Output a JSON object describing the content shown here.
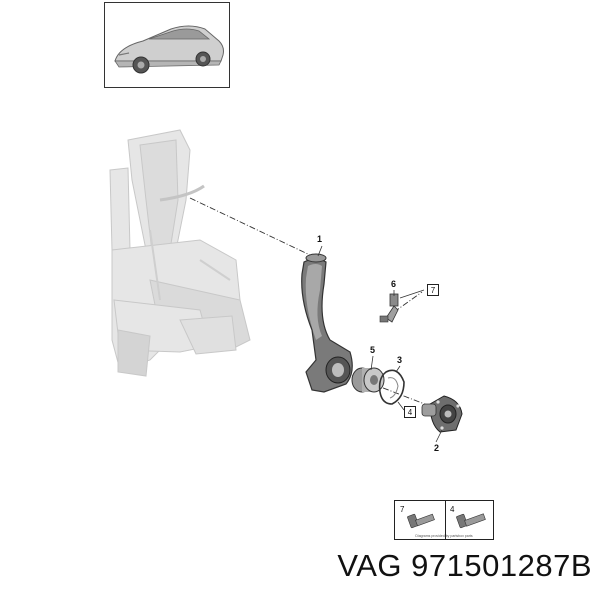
{
  "callouts": [
    {
      "id": "1",
      "label": "1"
    },
    {
      "id": "2",
      "label": "2"
    },
    {
      "id": "3",
      "label": "3"
    },
    {
      "id": "5",
      "label": "5"
    },
    {
      "id": "6",
      "label": "6"
    }
  ],
  "boxed_refs": [
    {
      "id": "4",
      "label": "4"
    },
    {
      "id": "7",
      "label": "7"
    }
  ],
  "legend": {
    "left_number": "7",
    "right_number": "4",
    "credit": "Diagrams provided by partsbox parts"
  },
  "footer": {
    "brand": "VAG",
    "part_number": "971501287B",
    "text": "VAG 971501287B"
  },
  "colors": {
    "line": "#333333",
    "ghost": "#d8d8d8",
    "part_dark": "#555555",
    "part_light": "#bdbdbd"
  }
}
